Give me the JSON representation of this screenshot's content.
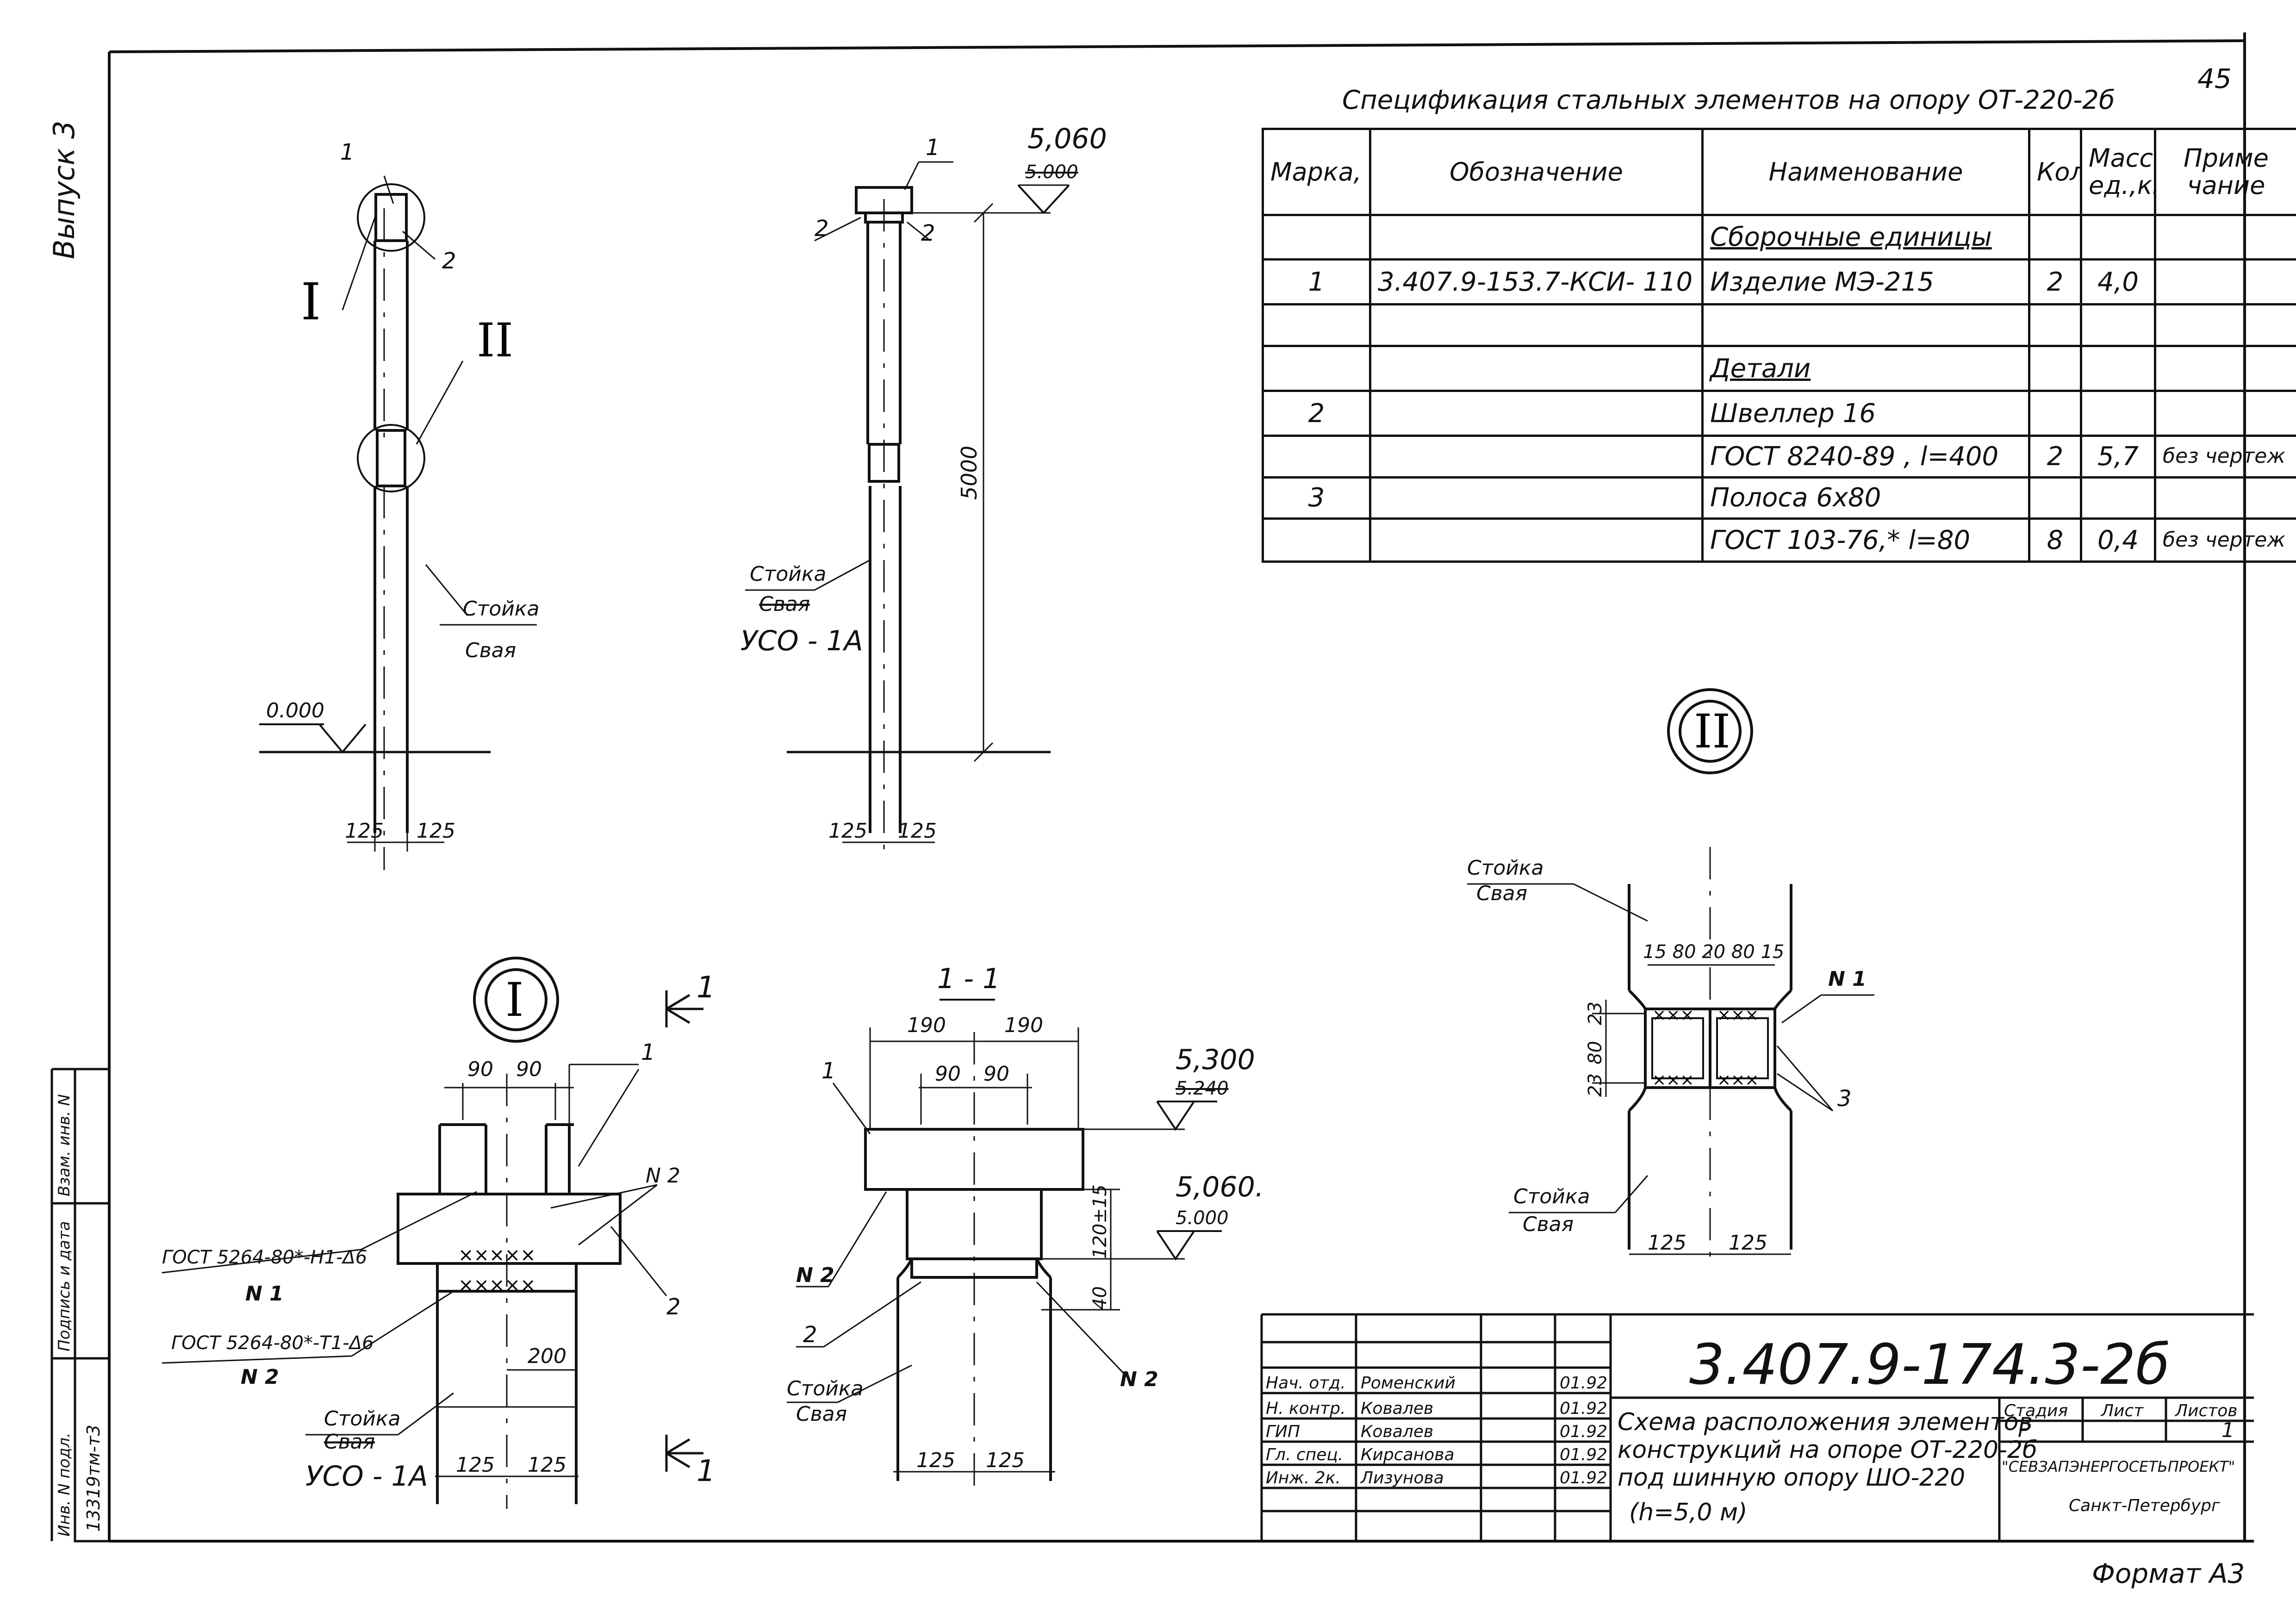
{
  "sheet": {
    "page_number": "45",
    "format": "Формат А3",
    "side_label": "Выпуск 3",
    "left_stamp": {
      "inv_label": "Инв. N подл.",
      "inv_value": "13319тм-т3",
      "sign_label": "Подпись и дата",
      "vzam_label": "Взам. инв. N"
    }
  },
  "spec": {
    "title": "Спецификация стальных элементов на опору ОТ-220-2б",
    "headers": [
      "Марка, поз.",
      "Обозначение",
      "Наименование",
      "Кол.",
      "Масса ед.,кг",
      "Приме чание"
    ],
    "rows": [
      {
        "mark": "",
        "code": "",
        "name": "Сборочные единицы",
        "qty": "",
        "mass": "",
        "note": "",
        "underline": true
      },
      {
        "mark": "1",
        "code": "3.407.9-153.7-КСИ- 110",
        "name": "Изделие МЭ-215",
        "qty": "2",
        "mass": "4,0",
        "note": ""
      },
      {
        "mark": "",
        "code": "",
        "name": "",
        "qty": "",
        "mass": "",
        "note": ""
      },
      {
        "mark": "",
        "code": "",
        "name": "Детали",
        "qty": "",
        "mass": "",
        "note": "",
        "underline": true
      },
      {
        "mark": "2",
        "code": "",
        "name": "Швеллер 16",
        "qty": "",
        "mass": "",
        "note": ""
      },
      {
        "mark": "",
        "code": "",
        "name": "ГОСТ 8240-89 , l=400",
        "qty": "2",
        "mass": "5,7",
        "note": "без чертеж"
      },
      {
        "mark": "3",
        "code": "",
        "name": "Полоса 6х80",
        "qty": "",
        "mass": "",
        "note": ""
      },
      {
        "mark": "",
        "code": "",
        "name": "ГОСТ 103-76,* l=80",
        "qty": "8",
        "mass": "0,4",
        "note": "без чертеж"
      }
    ]
  },
  "views": {
    "elev1": {
      "pos1": "1",
      "pos2": "2",
      "node1": "I",
      "node2": "II",
      "stoika": "Стойка",
      "svaya": "Свая",
      "level": "0.000",
      "dim_left": "125",
      "dim_right": "125"
    },
    "elev2": {
      "pos1": "1",
      "pos2a": "2",
      "pos2b": "2",
      "level_hand": "5,060",
      "level_struck": "5.000",
      "height": "5000",
      "stoika": "Стойка",
      "svaya_struck": "Свая",
      "uso": "УСО - 1А",
      "dim_left": "125",
      "dim_right": "125"
    },
    "node1": {
      "roman": "I",
      "section_mark": "1",
      "dim1": "90",
      "dim2": "90",
      "pos1": "1",
      "n2": "N 2",
      "weld1": "ГОСТ 5264-80*-Н1-Δ6",
      "n1": "N 1",
      "weld2": "ГОСТ 5264-80*-Т1-Δ6",
      "n2b": "N 2",
      "pos2": "2",
      "dim200": "200",
      "stoika": "Стойка",
      "svaya_struck": "Свая",
      "uso": "УСО - 1А",
      "dim_left": "125",
      "dim_right": "125"
    },
    "section11": {
      "title": "1 - 1",
      "dim190a": "190",
      "dim190b": "190",
      "dim90a": "90",
      "dim90b": "90",
      "pos1": "1",
      "level_top_hand": "5,300",
      "level_top_struck": "5.240",
      "level_hand": "5,060.",
      "level_struck": "5.000",
      "dim_120": "120±15",
      "dim_40": "40",
      "n2a": "N 2",
      "pos2": "2",
      "n2b": "N 2",
      "stoika": "Стойка",
      "svaya": "Свая",
      "dim_left": "125",
      "dim_right": "125"
    },
    "node2": {
      "roman": "II",
      "stoika": "Стойка",
      "svaya": "Свая",
      "dims_top": "15 80 20 80 15",
      "n1": "N 1",
      "dim_23a": "23",
      "dim_80": "80",
      "dim_23b": "23",
      "pos3": "3",
      "stoika2": "Стойка",
      "svaya2": "Свая",
      "dim_left": "125",
      "dim_right": "125"
    }
  },
  "title_block": {
    "doc_number": "3.407.9-174.3-2б",
    "title_lines": [
      "Схема расположения элементов",
      "конструкций на опоре ОТ-220-2б",
      "под шинную опору ШО-220",
      "(h=5,0 м)"
    ],
    "people": [
      {
        "role": "Нач. отд.",
        "name": "Роменский",
        "date": "01.92"
      },
      {
        "role": "Н. контр.",
        "name": "Ковалев",
        "date": "01.92"
      },
      {
        "role": "ГИП",
        "name": "Ковалев",
        "date": "01.92"
      },
      {
        "role": "Гл. спец.",
        "name": "Кирсанова",
        "date": "01.92"
      },
      {
        "role": "Инж. 2к.",
        "name": "Лизунова",
        "date": "01.92"
      }
    ],
    "stage_label": "Стадия",
    "sheet_label": "Лист",
    "sheets_label": "Листов",
    "stage_value": "Р",
    "sheets_value": "1",
    "org": "\"СЕВЗАПЭНЕРГОСЕТЬПРОЕКТ\"",
    "city": "Санкт-Петербург"
  }
}
